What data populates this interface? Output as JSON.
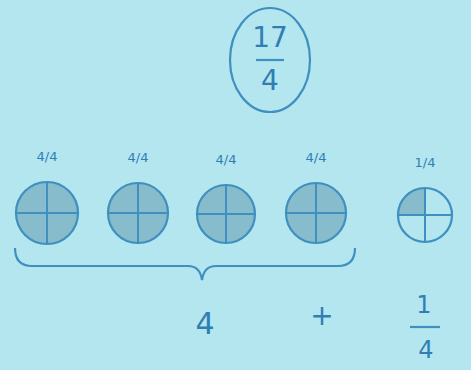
{
  "diagram": {
    "nodes": [
      {
        "text": [
          "17",
          "4"
        ]
      },
      {
        "text": [
          "4/4"
        ]
      },
      {
        "text": [
          "4/4"
        ]
      },
      {
        "text": [
          "4/4"
        ]
      },
      {
        "text": [
          "4/4"
        ]
      },
      {
        "text": [
          "1/4"
        ]
      }
    ],
    "labels": [
      "4",
      "+",
      "1",
      "4"
    ]
  }
}
